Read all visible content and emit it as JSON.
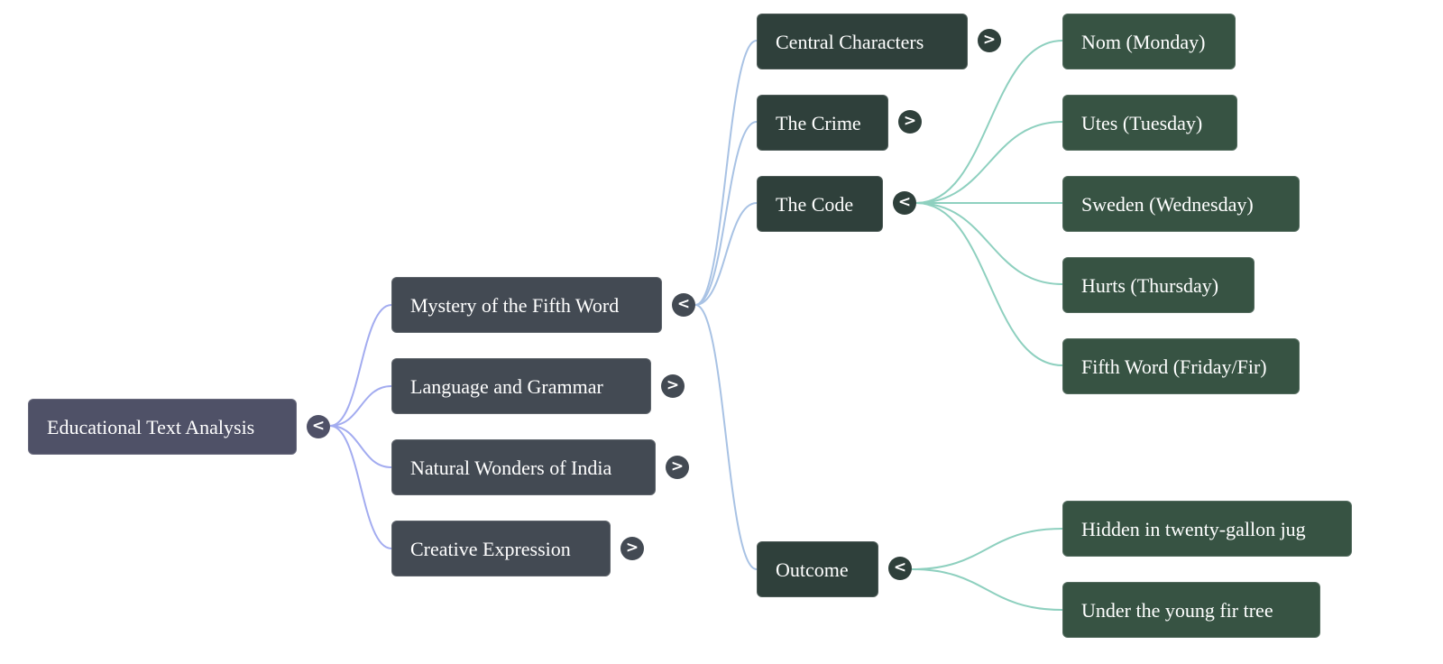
{
  "mindmap": {
    "root": {
      "label": "Educational Text Analysis",
      "toggle": "<"
    },
    "branches": [
      {
        "label": "Mystery of the Fifth Word",
        "toggle": "<"
      },
      {
        "label": "Language and Grammar",
        "toggle": ">"
      },
      {
        "label": "Natural Wonders of India",
        "toggle": ">"
      },
      {
        "label": "Creative Expression",
        "toggle": ">"
      }
    ],
    "mystery_children": [
      {
        "label": "Central Characters",
        "toggle": ">"
      },
      {
        "label": "The Crime",
        "toggle": ">"
      },
      {
        "label": "The Code",
        "toggle": "<"
      },
      {
        "label": "Outcome",
        "toggle": "<"
      }
    ],
    "code_children": [
      {
        "label": "Nom (Monday)"
      },
      {
        "label": "Utes (Tuesday)"
      },
      {
        "label": "Sweden (Wednesday)"
      },
      {
        "label": "Hurts (Thursday)"
      },
      {
        "label": "Fifth Word (Friday/Fir)"
      }
    ],
    "outcome_children": [
      {
        "label": "Hidden in twenty-gallon jug"
      },
      {
        "label": "Under the young fir tree"
      }
    ]
  },
  "colors": {
    "root_link": "#a3acf0",
    "level1_link": "#a8c2e4",
    "level2_link": "#8ed0bf"
  }
}
